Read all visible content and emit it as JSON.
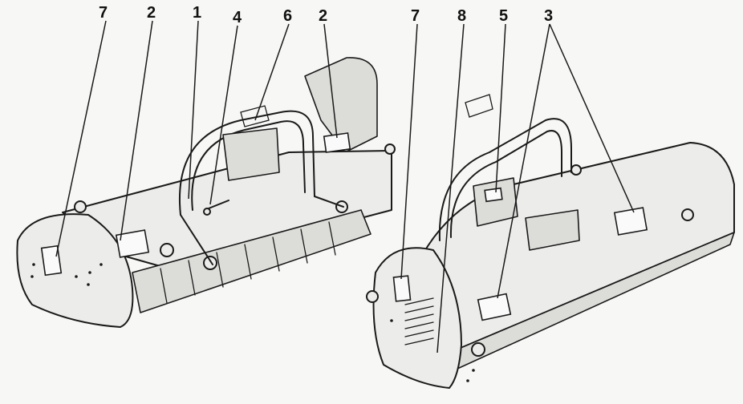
{
  "callouts": {
    "left": [
      "7",
      "2",
      "1",
      "4",
      "6",
      "2"
    ],
    "right": [
      "7",
      "8",
      "5",
      "3"
    ]
  }
}
